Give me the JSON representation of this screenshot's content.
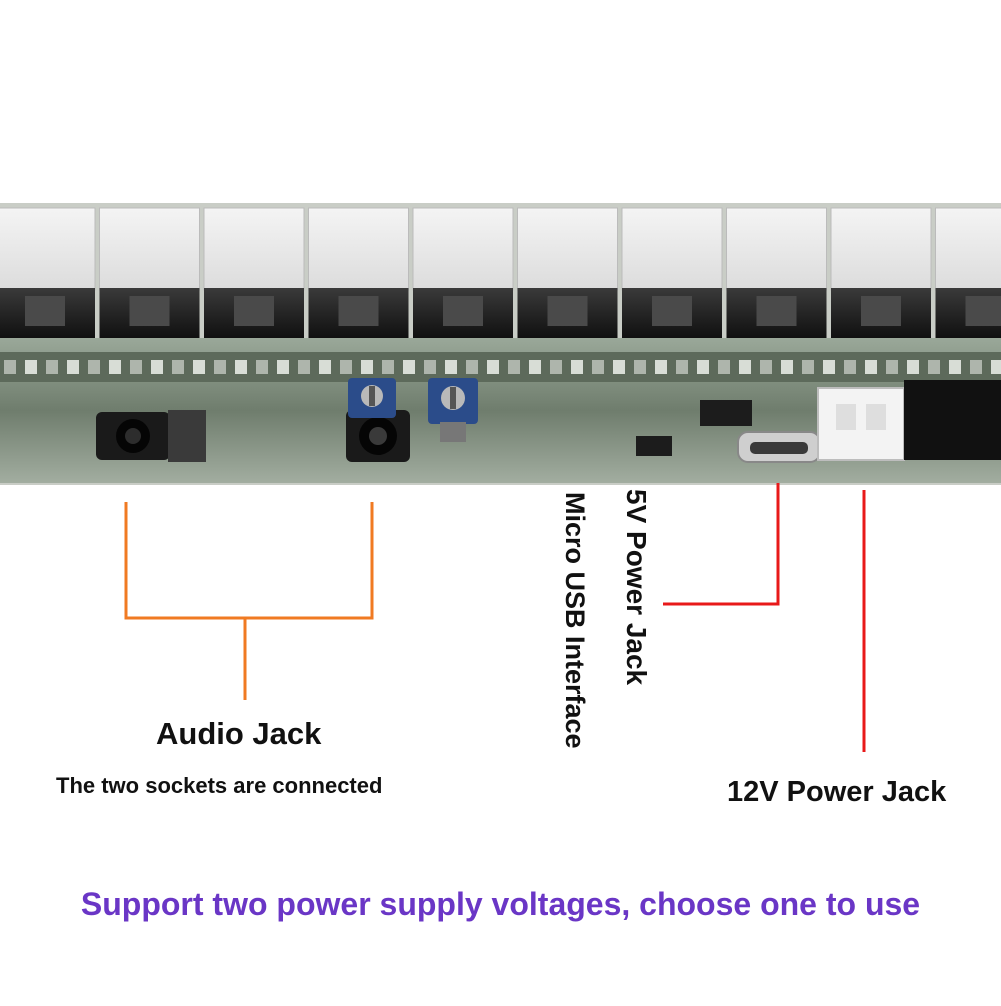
{
  "labels": {
    "audio_title": "Audio Jack",
    "audio_note": "The two sockets are connected",
    "micro_usb": "Micro USB Interface",
    "power_5v": "5V Power Jack",
    "power_12v": "12V Power Jack",
    "footer": "Support two power supply voltages, choose one to use"
  },
  "colors": {
    "audio_line": "#f07a22",
    "power_line": "#e8191a",
    "footer_text": "#6a36c6",
    "board_green": "#8a9a86",
    "rj45_body": "#ececec",
    "rj45_metal": "#2a2a2a"
  },
  "icons": [
    "rj45-port-icon",
    "audio-jack-icon",
    "potentiometer-icon",
    "micro-usb-port-icon",
    "power-connector-icon"
  ]
}
